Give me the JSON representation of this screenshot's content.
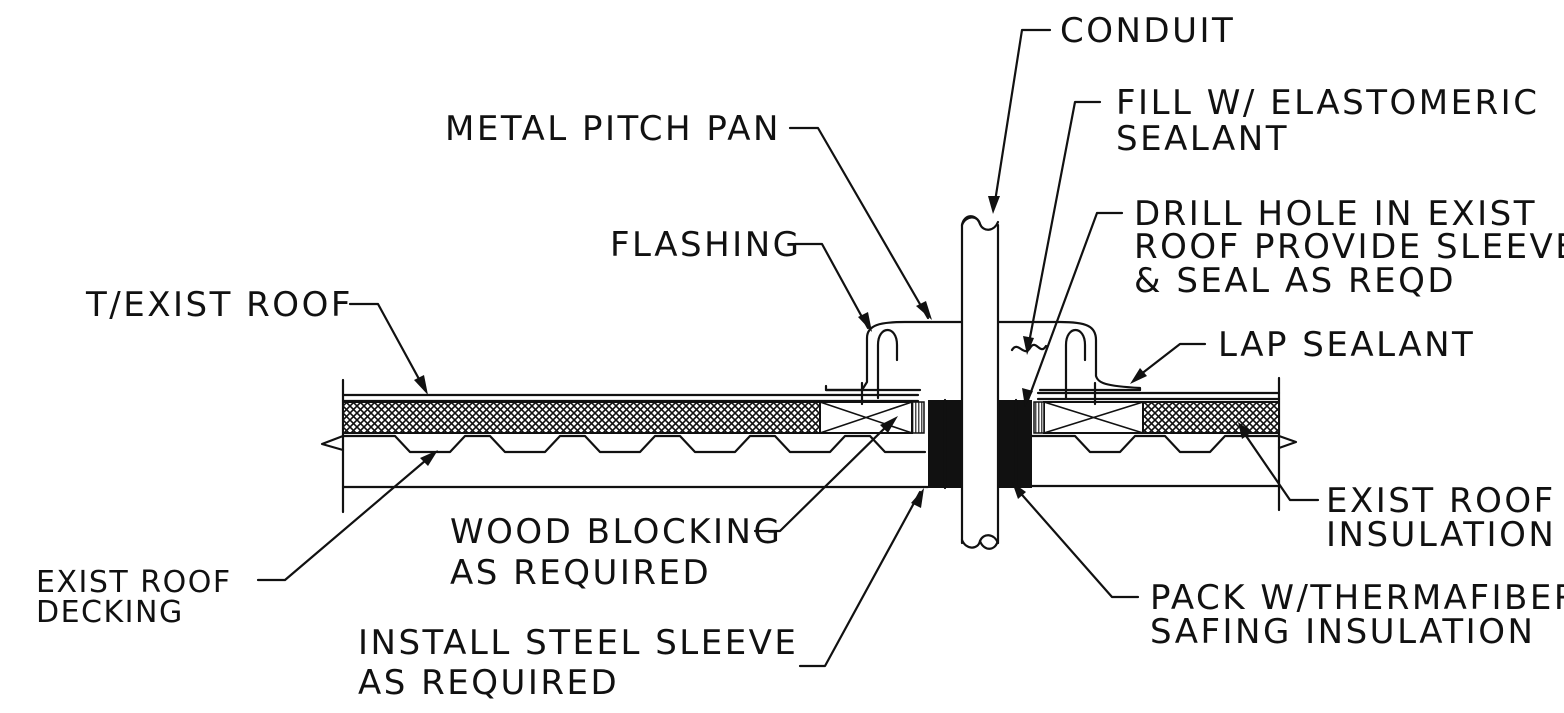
{
  "labels": {
    "conduit": "CONDUIT",
    "fill_line1": "FILL W/ ELASTOMERIC",
    "fill_line2": "SEALANT",
    "metal_pitch_pan": "METAL PITCH PAN",
    "drill_line1": "DRILL HOLE IN EXIST",
    "drill_line2": "ROOF PROVIDE SLEEVE",
    "drill_line3": "& SEAL AS REQD",
    "flashing": "FLASHING",
    "t_exist_roof": "T/EXIST ROOF",
    "lap_sealant": "LAP SEALANT",
    "exist_roof_insulation_line1": "EXIST ROOF",
    "exist_roof_insulation_line2": "INSULATION",
    "wood_blocking_line1": "WOOD BLOCKING",
    "wood_blocking_line2": "AS REQUIRED",
    "exist_roof_decking_line1": "EXIST ROOF",
    "exist_roof_decking_line2": "DECKING",
    "pack_line1": "PACK W/THERMAFIBER",
    "pack_line2": "SAFING INSULATION",
    "install_sleeve_line1": "INSTALL STEEL SLEEVE",
    "install_sleeve_line2": "AS REQUIRED"
  },
  "colors": {
    "ink": "#111111",
    "paper": "#ffffff"
  }
}
